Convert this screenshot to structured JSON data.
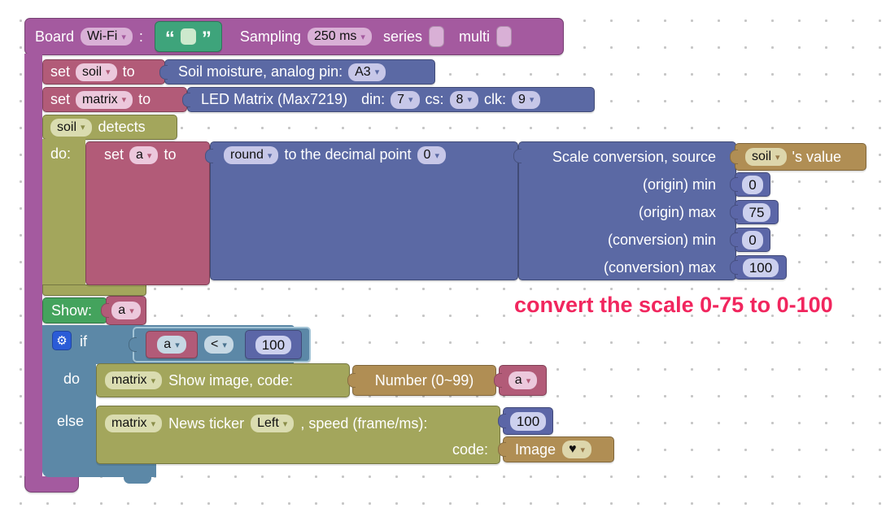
{
  "board": {
    "label": "Board",
    "board_type": "Wi-Fi",
    "colon": ":",
    "open_quote": "“",
    "close_quote": "”",
    "sampling_label": "Sampling",
    "sampling_value": "250 ms",
    "series_label": "series",
    "multi_label": "multi"
  },
  "set_soil": {
    "set": "set",
    "variable": "soil",
    "to": "to",
    "sensor_label": "Soil moisture, analog pin:",
    "pin": "A3"
  },
  "set_matrix": {
    "set": "set",
    "variable": "matrix",
    "to": "to",
    "device_label": "LED Matrix (Max7219)",
    "din_label": "din:",
    "din": "7",
    "cs_label": "cs:",
    "cs": "8",
    "clk_label": "clk:",
    "clk": "9"
  },
  "detects": {
    "variable": "soil",
    "label": "detects",
    "do_label": "do:"
  },
  "set_a": {
    "set": "set",
    "variable": "a",
    "to": "to"
  },
  "round": {
    "mode": "round",
    "label": "to the decimal point",
    "decimals": "0"
  },
  "scale": {
    "source_label": "Scale conversion, source",
    "source_variable": "soil",
    "source_suffix": "'s value",
    "origin_min_label": "(origin) min",
    "origin_min": "0",
    "origin_max_label": "(origin) max",
    "origin_max": "75",
    "conversion_min_label": "(conversion) min",
    "conversion_min": "0",
    "conversion_max_label": "(conversion) max",
    "conversion_max": "100"
  },
  "show": {
    "label": "Show:",
    "variable": "a"
  },
  "comment": {
    "text": "convert the scale 0-75 to 0-100"
  },
  "if_block": {
    "if_label": "if",
    "condition": {
      "variable": "a",
      "operator": "<",
      "value": "100"
    },
    "do_label": "do",
    "do_row": {
      "variable": "matrix",
      "action_label": "Show image, code:",
      "number_label": "Number (0~99)",
      "code_variable": "a"
    },
    "else_label": "else",
    "else_row": {
      "variable": "matrix",
      "action_label": "News ticker",
      "direction": "Left",
      "speed_label": ", speed (frame/ms):",
      "speed": "100",
      "code_label": "code:",
      "image_label": "Image",
      "image_glyph": "♥"
    }
  },
  "icons": {
    "dropdown_arrow": "▾",
    "gear": "⚙"
  },
  "colors": {
    "purple": "#a45a9f",
    "pink": "#b25b78",
    "blue": "#5b69a4",
    "olive": "#a3a65c",
    "green": "#44a35d",
    "teal_green": "#3ea47b",
    "blue_gray": "#5c88a7",
    "tan": "#b08e54",
    "slate": "#5b66a7",
    "comment_red": "#f1265e",
    "gear_blue": "#2b5cd7"
  }
}
